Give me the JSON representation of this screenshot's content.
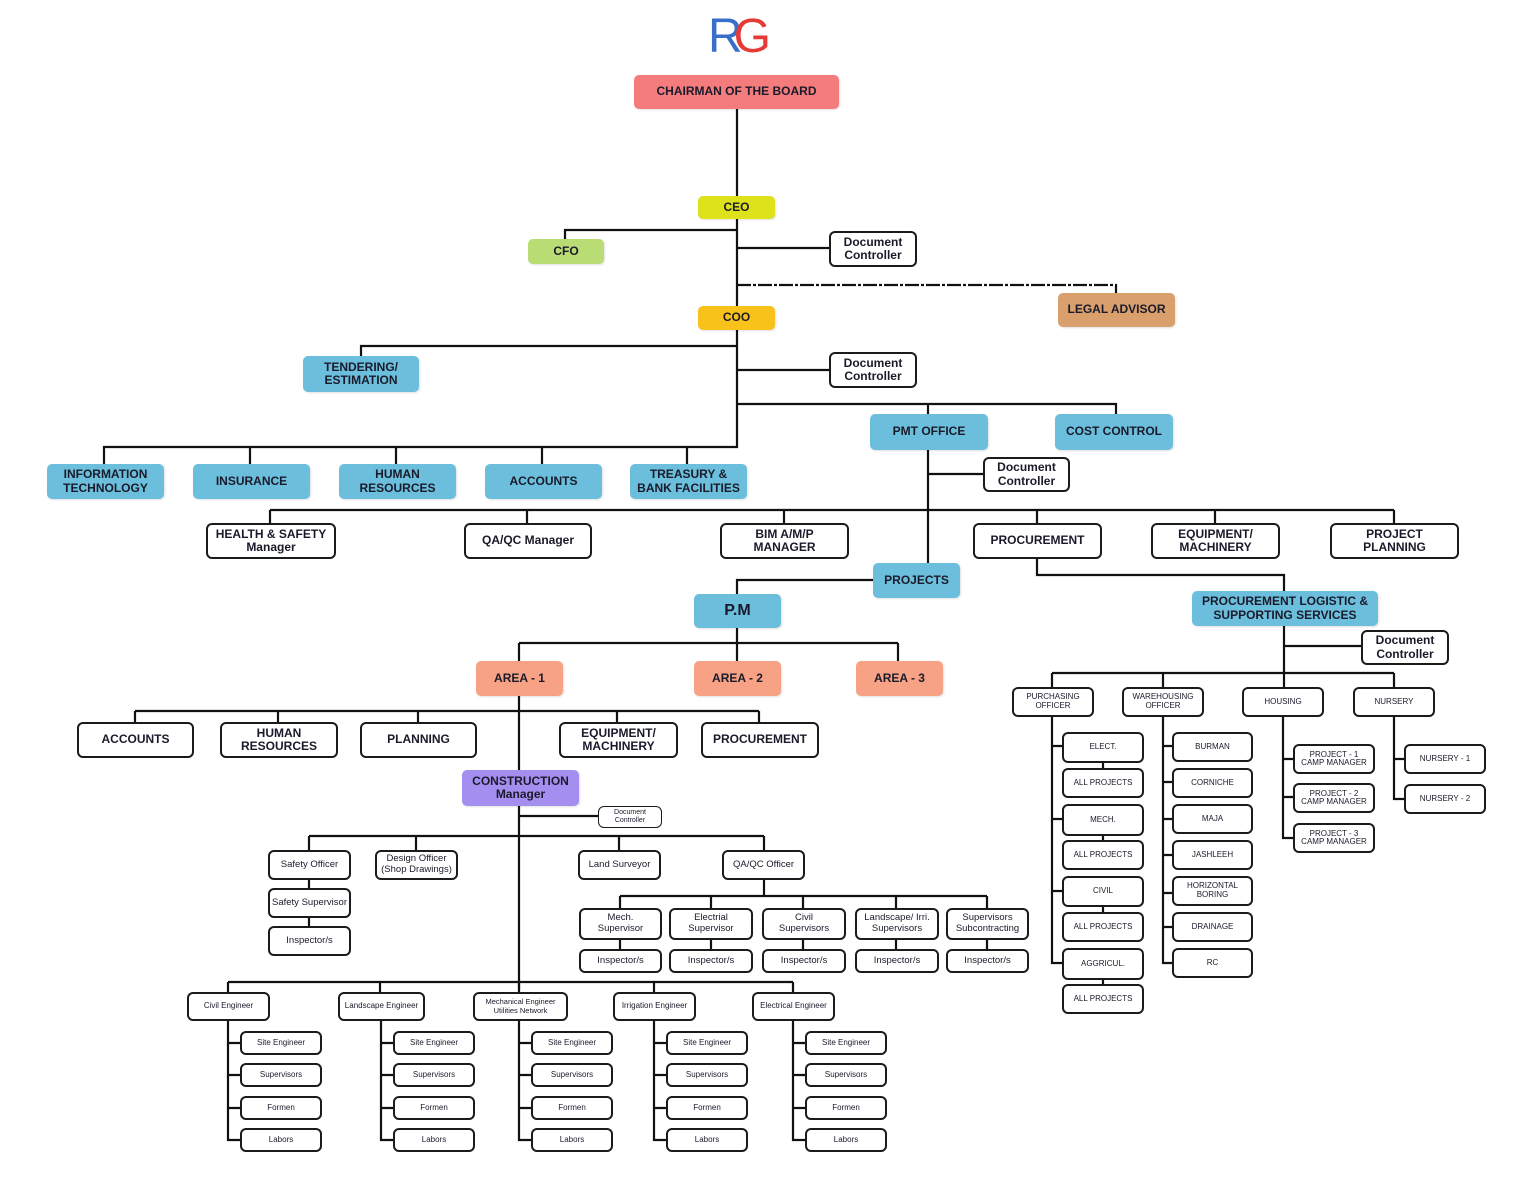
{
  "logo": {
    "r": "R",
    "g": "G",
    "colors": {
      "r": "#3a6fc9",
      "g": "#e53a36"
    }
  },
  "colors": {
    "chairman": "#f47c7c",
    "ceo": "#dde21a",
    "cfo": "#b9dc74",
    "coo": "#f8c21a",
    "legal": "#d9a06e",
    "department": "#6bbfdc",
    "area": "#f7a285",
    "construction": "#a48ff0",
    "line": "#111111"
  },
  "executive": {
    "chairman": "CHAIRMAN OF THE BOARD",
    "ceo": "CEO",
    "cfo": "CFO",
    "ceo_document_controller": "Document\nController",
    "legal_advisor": "LEGAL ADVISOR",
    "coo": "COO",
    "coo_document_controller": "Document\nController"
  },
  "coo_departments": {
    "tendering": "TENDERING/\nESTIMATION",
    "pmt_office": "PMT OFFICE",
    "cost_control": "COST CONTROL",
    "support": [
      "INFORMATION\nTECHNOLOGY",
      "INSURANCE",
      "HUMAN\nRESOURCES",
      "ACCOUNTS",
      "TREASURY &\nBANK FACILITIES"
    ]
  },
  "pmt": {
    "document_controller": "Document\nController",
    "managers": [
      "HEALTH & SAFETY\nManager",
      "QA/QC Manager",
      "BIM A/M/P\nMANAGER",
      "PROCUREMENT",
      "EQUIPMENT/\nMACHINERY",
      "PROJECT\nPLANNING"
    ],
    "projects": "PROJECTS",
    "pm": "P.M"
  },
  "areas": [
    "AREA - 1",
    "AREA - 2",
    "AREA - 3"
  ],
  "area1_units": [
    "ACCOUNTS",
    "HUMAN\nRESOURCES",
    "PLANNING",
    "EQUIPMENT/\nMACHINERY",
    "PROCUREMENT"
  ],
  "construction": {
    "manager": "CONSTRUCTION\nManager",
    "document_controller": "Document\nController",
    "safety": [
      "Safety Officer",
      "Safety Supervisor",
      "Inspector/s"
    ],
    "design_officer": "Design Officer\n(Shop Drawings)",
    "land_surveyor": "Land Surveyor",
    "qaqc_officer": "QA/QC Officer",
    "qaqc_supervisors": [
      {
        "title": "Mech.\nSupervisor",
        "sub": "Inspector/s"
      },
      {
        "title": "Electrial\nSupervisor",
        "sub": "Inspector/s"
      },
      {
        "title": "Civil\nSupervisors",
        "sub": "Inspector/s"
      },
      {
        "title": "Landscape/ Irri.\nSupervisors",
        "sub": "Inspector/s"
      },
      {
        "title": "Supervisors\nSubcontracting",
        "sub": "Inspector/s"
      }
    ],
    "engineers": [
      {
        "title": "Civil Engineer",
        "team": [
          "Site Engineer",
          "Supervisors",
          "Formen",
          "Labors"
        ]
      },
      {
        "title": "Landscape Engineer",
        "team": [
          "Site Engineer",
          "Supervisors",
          "Formen",
          "Labors"
        ]
      },
      {
        "title": "Mechanical Engineer\nUtilities Network",
        "team": [
          "Site Engineer",
          "Supervisors",
          "Formen",
          "Labors"
        ]
      },
      {
        "title": "Irrigation Engineer",
        "team": [
          "Site Engineer",
          "Supervisors",
          "Formen",
          "Labors"
        ]
      },
      {
        "title": "Electrical Engineer",
        "team": [
          "Site Engineer",
          "Supervisors",
          "Formen",
          "Labors"
        ]
      }
    ]
  },
  "procurement_logistics": {
    "title": "PROCUREMENT LOGISTIC &\nSUPPORTING SERVICES",
    "document_controller": "Document\nController",
    "purchasing": {
      "title": "PURCHASING\nOFFICER",
      "items": [
        "ELECT.",
        "ALL PROJECTS",
        "MECH.",
        "ALL PROJECTS",
        "CIVIL",
        "ALL PROJECTS",
        "AGGRICUL.",
        "ALL PROJECTS"
      ]
    },
    "warehousing": {
      "title": "WAREHOUSING\nOFFICER",
      "items": [
        "BURMAN",
        "CORNICHE",
        "MAJA",
        "JASHLEEH",
        "HORIZONTAL\nBORING",
        "DRAINAGE",
        "RC"
      ]
    },
    "housing": {
      "title": "HOUSING",
      "items": [
        "PROJECT - 1\nCAMP MANAGER",
        "PROJECT - 2\nCAMP MANAGER",
        "PROJECT - 3\nCAMP MANAGER"
      ]
    },
    "nursery": {
      "title": "NURSERY",
      "items": [
        "NURSERY - 1",
        "NURSERY - 2"
      ]
    }
  }
}
